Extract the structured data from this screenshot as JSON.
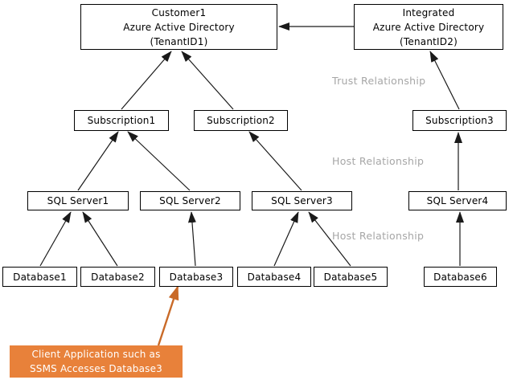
{
  "tenants": {
    "customer": {
      "line1": "Customer1",
      "line2": "Azure Active Directory",
      "line3": "(TenantID1)"
    },
    "integrated": {
      "line1": "Integrated",
      "line2": "Azure Active Directory",
      "line3": "(TenantID2)"
    }
  },
  "subscriptions": {
    "sub1": "Subscription1",
    "sub2": "Subscription2",
    "sub3": "Subscription3"
  },
  "sql_servers": {
    "sql1": "SQL Server1",
    "sql2": "SQL Server2",
    "sql3": "SQL Server3",
    "sql4": "SQL Server4"
  },
  "databases": {
    "db1": "Database1",
    "db2": "Database2",
    "db3": "Database3",
    "db4": "Database4",
    "db5": "Database5",
    "db6": "Database6"
  },
  "labels": {
    "trust": "Trust Relationship",
    "host_upper": "Host Relationship",
    "host_lower": "Host Relationship"
  },
  "client_note": {
    "line1": "Client Application such as",
    "line2": "SSMS Accesses Database3"
  },
  "colors": {
    "edge": "#1a1a1a",
    "box_border": "#000000",
    "box_bg": "#ffffff",
    "text": "#000000",
    "relationship_label": "#A6A6A6",
    "note_bg": "#E8813A",
    "note_arrow": "#C96A28"
  }
}
